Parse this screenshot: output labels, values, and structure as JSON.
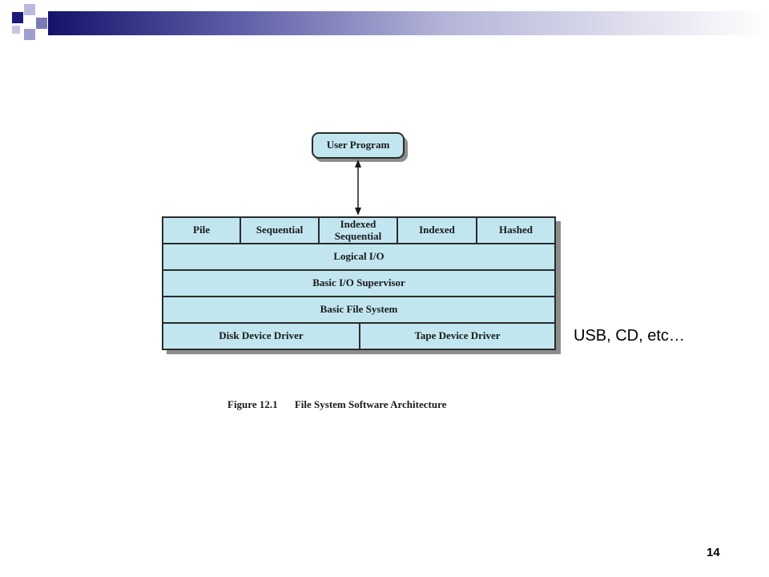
{
  "diagram": {
    "top_box": "User Program",
    "methods": [
      "Pile",
      "Sequential",
      "Indexed\nSequential",
      "Indexed",
      "Hashed"
    ],
    "layers": [
      "Logical I/O",
      "Basic I/O Supervisor",
      "Basic File System"
    ],
    "drivers": [
      "Disk Device Driver",
      "Tape Device Driver"
    ]
  },
  "caption": {
    "figure_number": "Figure 12.1",
    "figure_title": "File System Software Architecture"
  },
  "side_note": "USB, CD, etc…",
  "page_number": "14"
}
